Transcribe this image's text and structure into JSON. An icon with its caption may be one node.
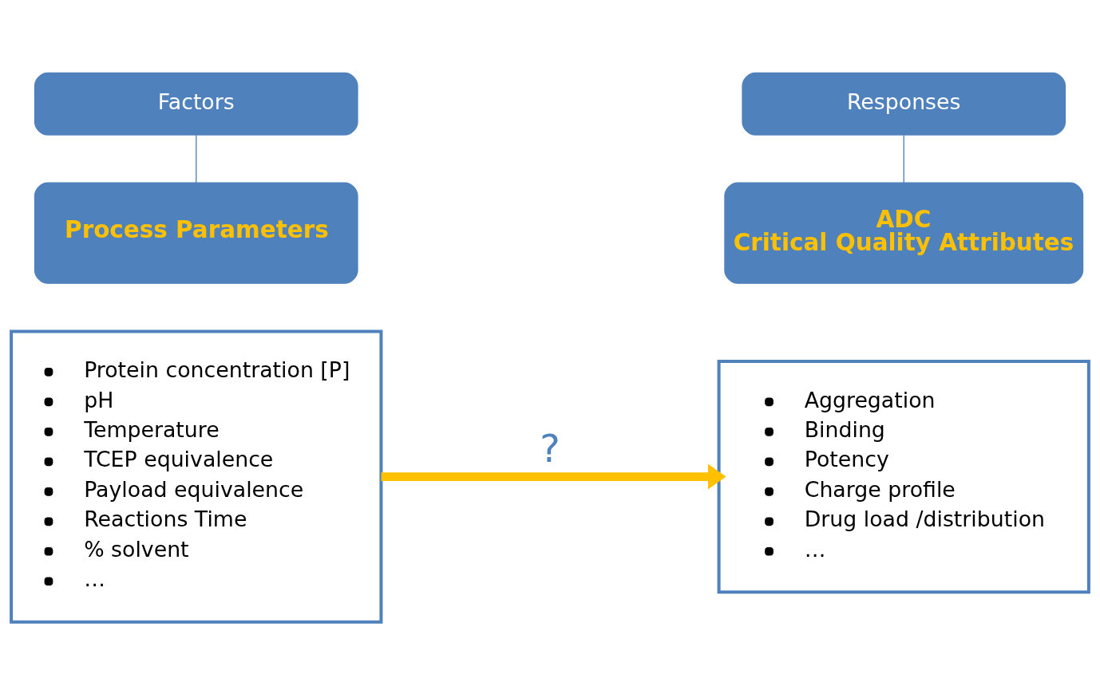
{
  "diagram": {
    "nodes": [
      {
        "text": [
          "Factors"
        ]
      },
      {
        "text": [
          "Process Parameters"
        ]
      },
      {
        "text": [
          "Responses"
        ]
      },
      {
        "text": [
          "ADC",
          "Critical Quality Attributes"
        ]
      },
      {
        "text": [
          "Protein concentration [P]",
          "pH",
          "Temperature",
          "TCEP equivalence",
          "Payload equivalence",
          "Reactions Time",
          "% solvent",
          "…"
        ]
      },
      {
        "text": [
          "Aggregation",
          "Binding",
          "Potency",
          "Charge profile",
          "Drug load /distribution",
          "…"
        ]
      }
    ],
    "edges": [
      {
        "from": 0,
        "to": 1,
        "arrow": "none"
      },
      {
        "from": 2,
        "to": 3,
        "arrow": "none"
      },
      {
        "from": 4,
        "to": 5,
        "arrow": "to",
        "label": "?",
        "style": "thick",
        "color": "#ffc000"
      }
    ]
  }
}
